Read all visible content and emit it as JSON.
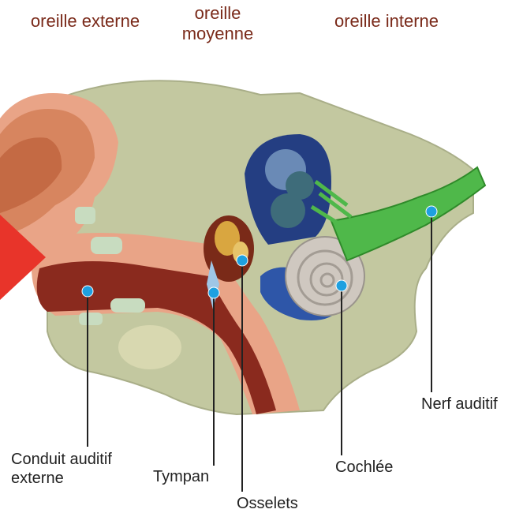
{
  "regions": {
    "externe": "oreille externe",
    "moyenne_line1": "oreille",
    "moyenne_line2": "moyenne",
    "interne": "oreille interne"
  },
  "labels": {
    "conduit_line1": "Conduit auditif",
    "conduit_line2": "externe",
    "tympan": "Tympan",
    "osselets": "Osselets",
    "cochlee": "Cochlée",
    "nerf": "Nerf auditif"
  },
  "colors": {
    "region_text": "#7a2a1a",
    "marker": "#1ea0e0",
    "bone": "#c3c8a0",
    "skin": "#e9a487",
    "canal": "#8a2a1e",
    "nerve": "#4fb84a",
    "arrow": "#e8342a"
  }
}
